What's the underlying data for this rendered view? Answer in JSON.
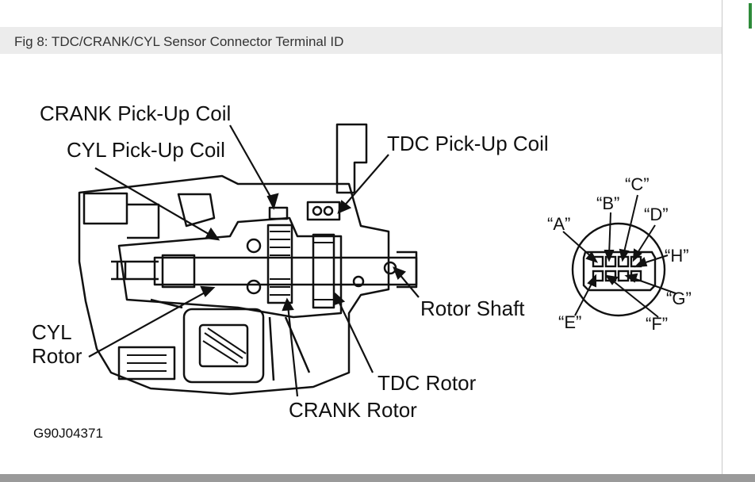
{
  "figure": {
    "caption": "Fig 8: TDC/CRANK/CYL Sensor Connector Terminal ID",
    "labels": {
      "crank_pickup_coil": "CRANK Pick-Up Coil",
      "cyl_pickup_coil": "CYL Pick-Up Coil",
      "tdc_pickup_coil": "TDC Pick-Up Coil",
      "rotor_shaft": "Rotor Shaft",
      "cyl_rotor_line1": "CYL",
      "cyl_rotor_line2": "Rotor",
      "tdc_rotor": "TDC Rotor",
      "crank_rotor": "CRANK Rotor"
    },
    "connector_pins": {
      "a": "“A”",
      "b": "“B”",
      "c": "“C”",
      "d": "“D”",
      "e": "“E”",
      "f": "“F”",
      "g": "“G”",
      "h": "“H”"
    },
    "part_code": "G90J04371"
  }
}
